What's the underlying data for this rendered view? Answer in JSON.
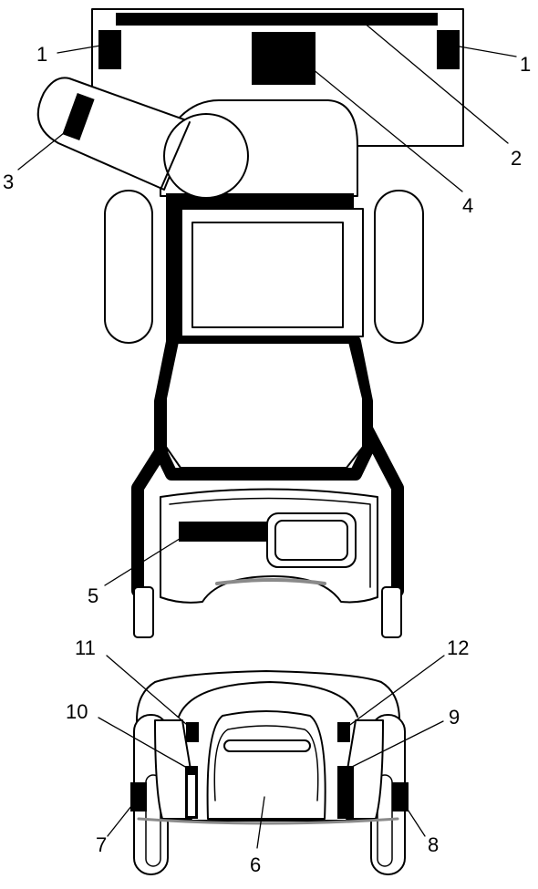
{
  "colors": {
    "stroke": "#000000",
    "fill": "#ffffff",
    "decal": "#000000",
    "accent_gray": "#8a8a8a"
  },
  "callouts": {
    "c1_left": "1",
    "c1_right": "1",
    "c2": "2",
    "c3": "3",
    "c4": "4",
    "c5": "5",
    "c6": "6",
    "c7": "7",
    "c8": "8",
    "c9": "9",
    "c10": "10",
    "c11": "11",
    "c12": "12"
  }
}
